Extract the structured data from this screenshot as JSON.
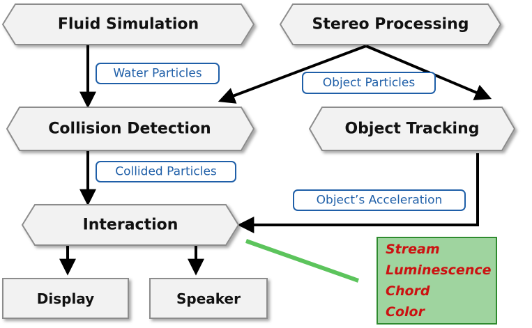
{
  "nodes": {
    "fluid_simulation": "Fluid Simulation",
    "stereo_processing": "Stereo Processing",
    "collision_detection": "Collision Detection",
    "object_tracking": "Object Tracking",
    "interaction": "Interaction",
    "display": "Display",
    "speaker": "Speaker"
  },
  "edge_labels": {
    "water_particles": "Water Particles",
    "object_particles": "Object Particles",
    "collided_particles": "Collided Particles",
    "objects_acceleration": "Object’s Acceleration"
  },
  "note": {
    "items": [
      "Stream",
      "Luminescence",
      "Chord",
      "Color"
    ]
  },
  "colors": {
    "node_fill": "#f2f2f2",
    "node_stroke": "#8c8c8c",
    "arrow": "#000000",
    "label_border": "#1f5fa8",
    "label_text": "#1f5fa8",
    "note_fill": "#9fd49f",
    "note_border": "#2e8b2e",
    "note_text": "#cc1111",
    "connector": "#5cc45c"
  }
}
